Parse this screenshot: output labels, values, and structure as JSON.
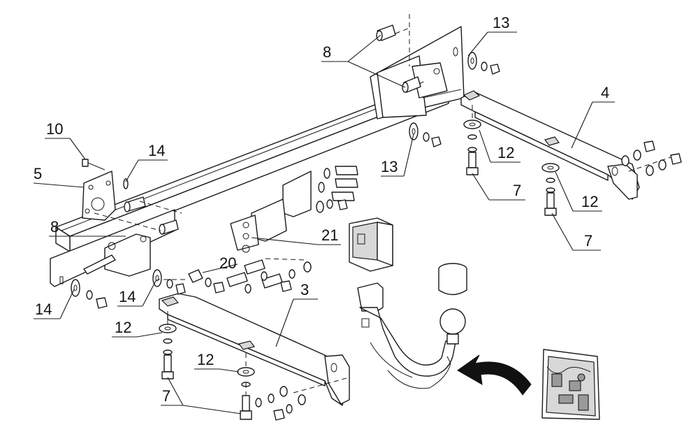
{
  "labels": {
    "l13a": "13",
    "l8a": "8",
    "l4": "4",
    "l10": "10",
    "l14a": "14",
    "l5": "5",
    "l13b": "13",
    "l12a": "12",
    "l7a": "7",
    "l12b": "12",
    "l8b": "8",
    "l21": "21",
    "l7b": "7",
    "l20": "20",
    "l14b": "14",
    "l14c": "14",
    "l3": "3",
    "l12c": "12",
    "l12d": "12",
    "l7c": "7"
  }
}
